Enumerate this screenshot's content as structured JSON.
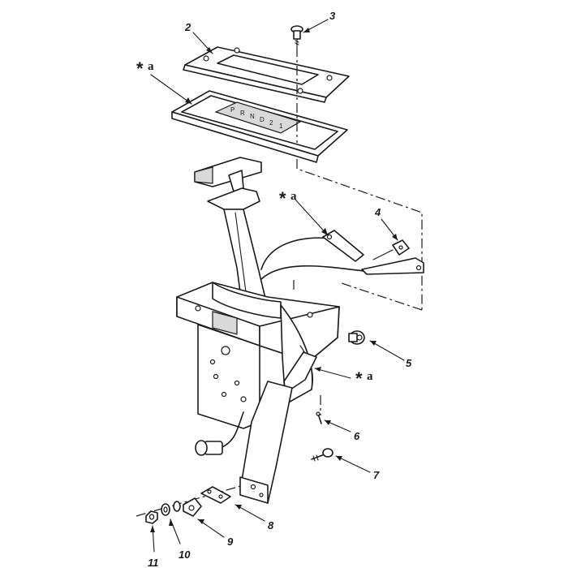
{
  "callouts": {
    "c1": "2",
    "c2": "3",
    "c3": "4",
    "c4": "5",
    "c5": "6",
    "c6": "7",
    "c7": "8",
    "c8": "9",
    "c9": "10",
    "c10": "11"
  },
  "note_marks": {
    "symbol": "*",
    "letter": "a"
  },
  "gear_indicator": [
    "P",
    "R",
    "N",
    "D",
    "2",
    "1"
  ]
}
